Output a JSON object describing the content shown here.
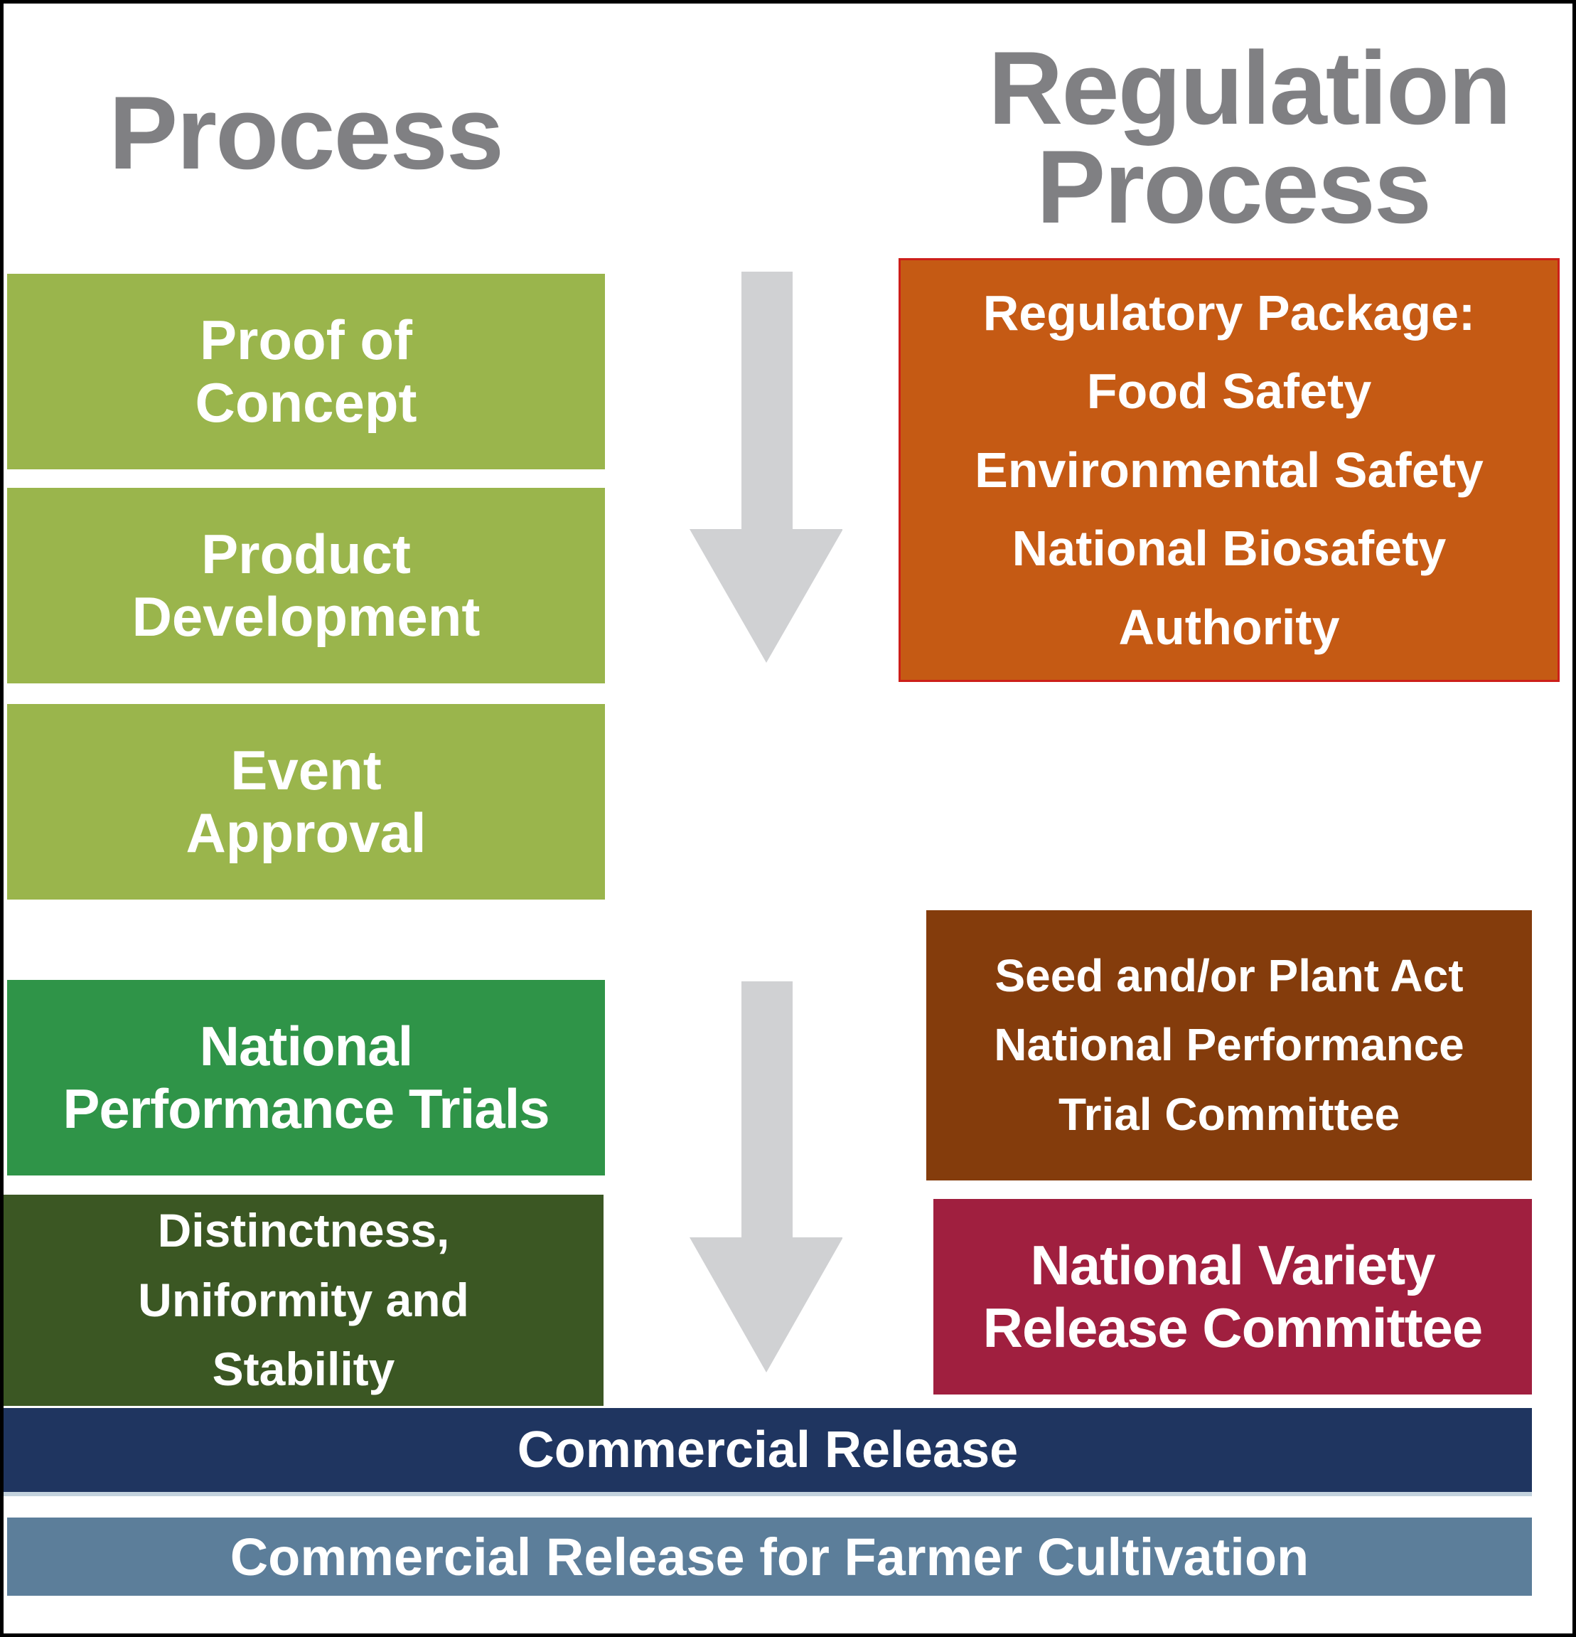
{
  "headings": {
    "left": "Process",
    "right": "Regulation\nProcess"
  },
  "process_steps": [
    {
      "label": "Proof of\nConcept",
      "color": "#9ab54c"
    },
    {
      "label": "Product\nDevelopment",
      "color": "#9ab54c"
    },
    {
      "label": "Event\nApproval",
      "color": "#9ab54c"
    },
    {
      "label": "National\nPerformance Trials",
      "color": "#2f9448"
    },
    {
      "label": "Distinctness,\nUniformity and\nStability",
      "color": "#3b5723"
    }
  ],
  "regulation_steps": [
    {
      "label": "Regulatory Package:\nFood Safety\nEnvironmental Safety\nNational Biosafety\nAuthority",
      "color": "#c55a14",
      "border": "#cc1f1a"
    },
    {
      "label": "Seed and/or Plant Act\nNational Performance\nTrial Committee",
      "color": "#843c0c"
    },
    {
      "label": "National Variety\nRelease Committee",
      "color": "#a01f3f"
    }
  ],
  "release_bars": [
    {
      "label": "Commercial Release",
      "color": "#1f3560"
    },
    {
      "label": "Commercial Release for Farmer Cultivation",
      "color": "#5c7e9a"
    }
  ],
  "arrows": {
    "color": "#d0d1d3"
  }
}
